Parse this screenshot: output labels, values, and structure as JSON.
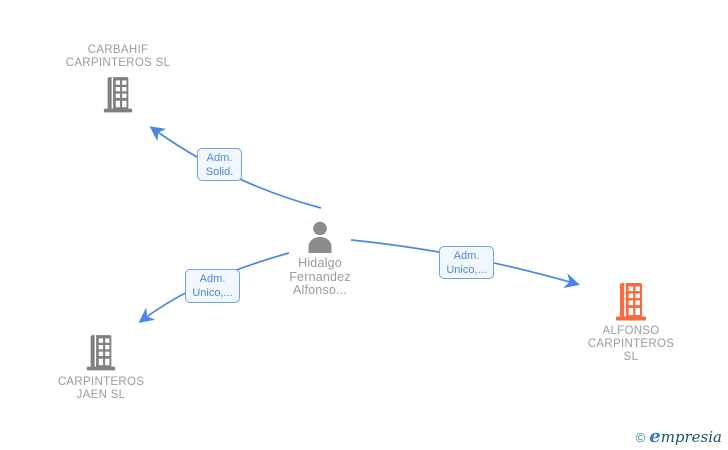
{
  "colors": {
    "edge_blue": "#4a86e8",
    "edge_label_bg": "#f2f7fe",
    "edge_label_border": "#6fa3e8",
    "building_gray": "#7f7f7f",
    "building_orange": "#f96a3f",
    "person_gray": "#8c8c8c",
    "node_text_gray": "#9b9b9b"
  },
  "graph": {
    "person": {
      "name": "Hidalgo Fernandez Alfonso...",
      "icon": "person-silhouette"
    },
    "companies": [
      {
        "id": "carbahif",
        "name": "CARBAHIF CARPINTEROS SL",
        "icon": "building",
        "icon_color": "#7f7f7f"
      },
      {
        "id": "alfonso",
        "name": "ALFONSO CARPINTEROS SL",
        "icon": "building",
        "icon_color": "#f96a3f"
      },
      {
        "id": "jaen",
        "name": "CARPINTEROS JAEN SL",
        "icon": "building",
        "icon_color": "#7f7f7f"
      }
    ],
    "edges": [
      {
        "from": "Hidalgo Fernandez Alfonso...",
        "to": "CARBAHIF CARPINTEROS SL",
        "label_lines": [
          "Adm.",
          "Solid."
        ]
      },
      {
        "from": "Hidalgo Fernandez Alfonso...",
        "to": "ALFONSO CARPINTEROS SL",
        "label_lines": [
          "Adm.",
          "Unico,..."
        ]
      },
      {
        "from": "Hidalgo Fernandez Alfonso...",
        "to": "CARPINTEROS JAEN SL",
        "label_lines": [
          "Adm.",
          "Unico,..."
        ]
      }
    ]
  },
  "footer": {
    "copyright": "©",
    "brand_initial": "e",
    "brand_rest": "mpresia"
  }
}
